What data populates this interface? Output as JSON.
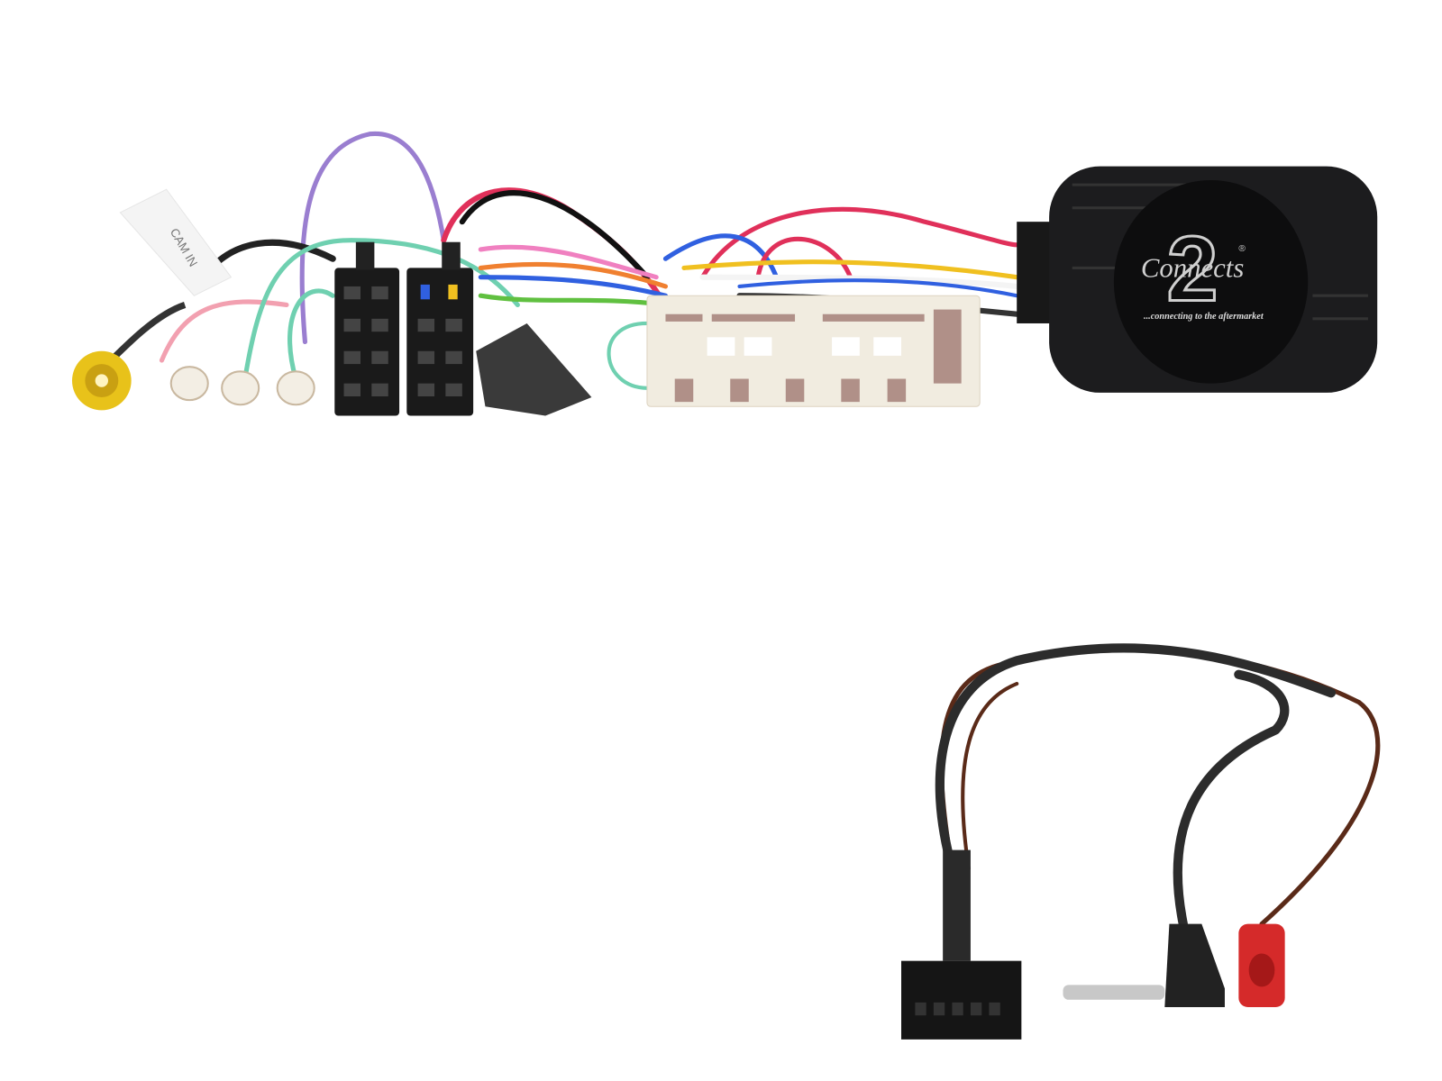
{
  "product": {
    "cam_label": "CAM IN",
    "logo": {
      "brand": "Connects",
      "numeral": "2",
      "registered": "®",
      "tagline": "...connecting to the aftermarket"
    }
  },
  "colors": {
    "background": "#ffffff",
    "module_body": "#1c1c1e",
    "connector_white": "#f1ece0",
    "iso_black": "#1a1a1a",
    "rca_yellow": "#e8c21a",
    "spade_red": "#d52a2a"
  }
}
